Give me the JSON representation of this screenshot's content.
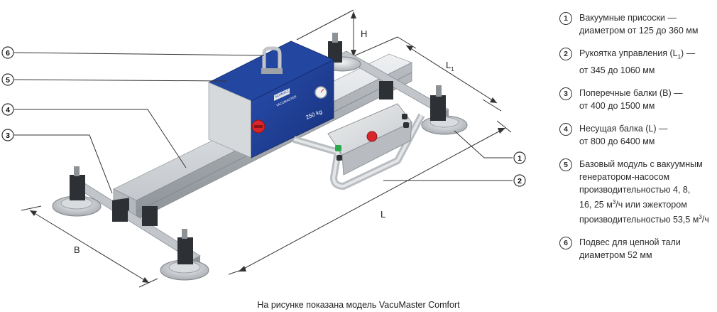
{
  "callouts": [
    "6",
    "5",
    "4",
    "3",
    "1",
    "2"
  ],
  "dimensions": {
    "h": "H",
    "l1": "L",
    "l1_sub": "1",
    "l": "L",
    "b": "B"
  },
  "device": {
    "brand": "SCHMALZ",
    "product": "VACUMASTER",
    "load": "250 kg"
  },
  "legend": [
    {
      "num": "1",
      "line1": "Вакуумные присоски —",
      "line2": "диаметром от 125 до 360 мм"
    },
    {
      "num": "2",
      "line1_a": "Рукоятка управления (L",
      "line1_sub": "1",
      "line1_b": ") —",
      "line2": "от 345 до 1060 мм"
    },
    {
      "num": "3",
      "line1": "Поперечные балки (B) —",
      "line2": "от 400 до 1500 мм"
    },
    {
      "num": "4",
      "line1": "Несущая балка (L) —",
      "line2": "от 800 до 6400 мм"
    },
    {
      "num": "5",
      "line1": "Базовый модуль с вакуумным",
      "line2": "генератором-насосом",
      "line3": "производительностью 4, 8,",
      "line4_a": "16, 25 м",
      "line4_sup": "3",
      "line4_b": "/ч или эжектором",
      "line5_a": "производительностью 53,5 м",
      "line5_sup": "3",
      "line5_b": "/ч"
    },
    {
      "num": "6",
      "line1": "Подвес для цепной тали",
      "line2": "диаметром 52 мм"
    }
  ],
  "caption": "На рисунке показана модель VacuMaster Comfort",
  "colors": {
    "module_blue": "#1d3f93",
    "beam_gray": "#c9cdd2",
    "red_knob": "#d8262b",
    "green_button": "#2aa84a"
  }
}
